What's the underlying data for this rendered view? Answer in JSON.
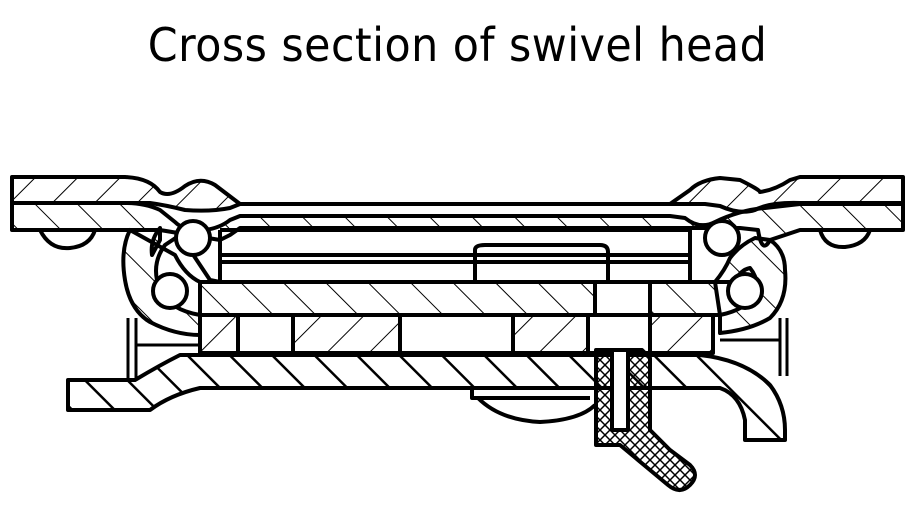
{
  "title": "Cross section of swivel head",
  "drawing": {
    "subject": "swivel caster head cross section",
    "line_color": "#000000",
    "background": "#ffffff",
    "parts": [
      "top-plate",
      "upper-ball-race",
      "lower-ball-race",
      "ball-bearings",
      "kingpin-plate",
      "spacer-ring",
      "fork-base",
      "grease-nipple",
      "dust-seal"
    ]
  }
}
